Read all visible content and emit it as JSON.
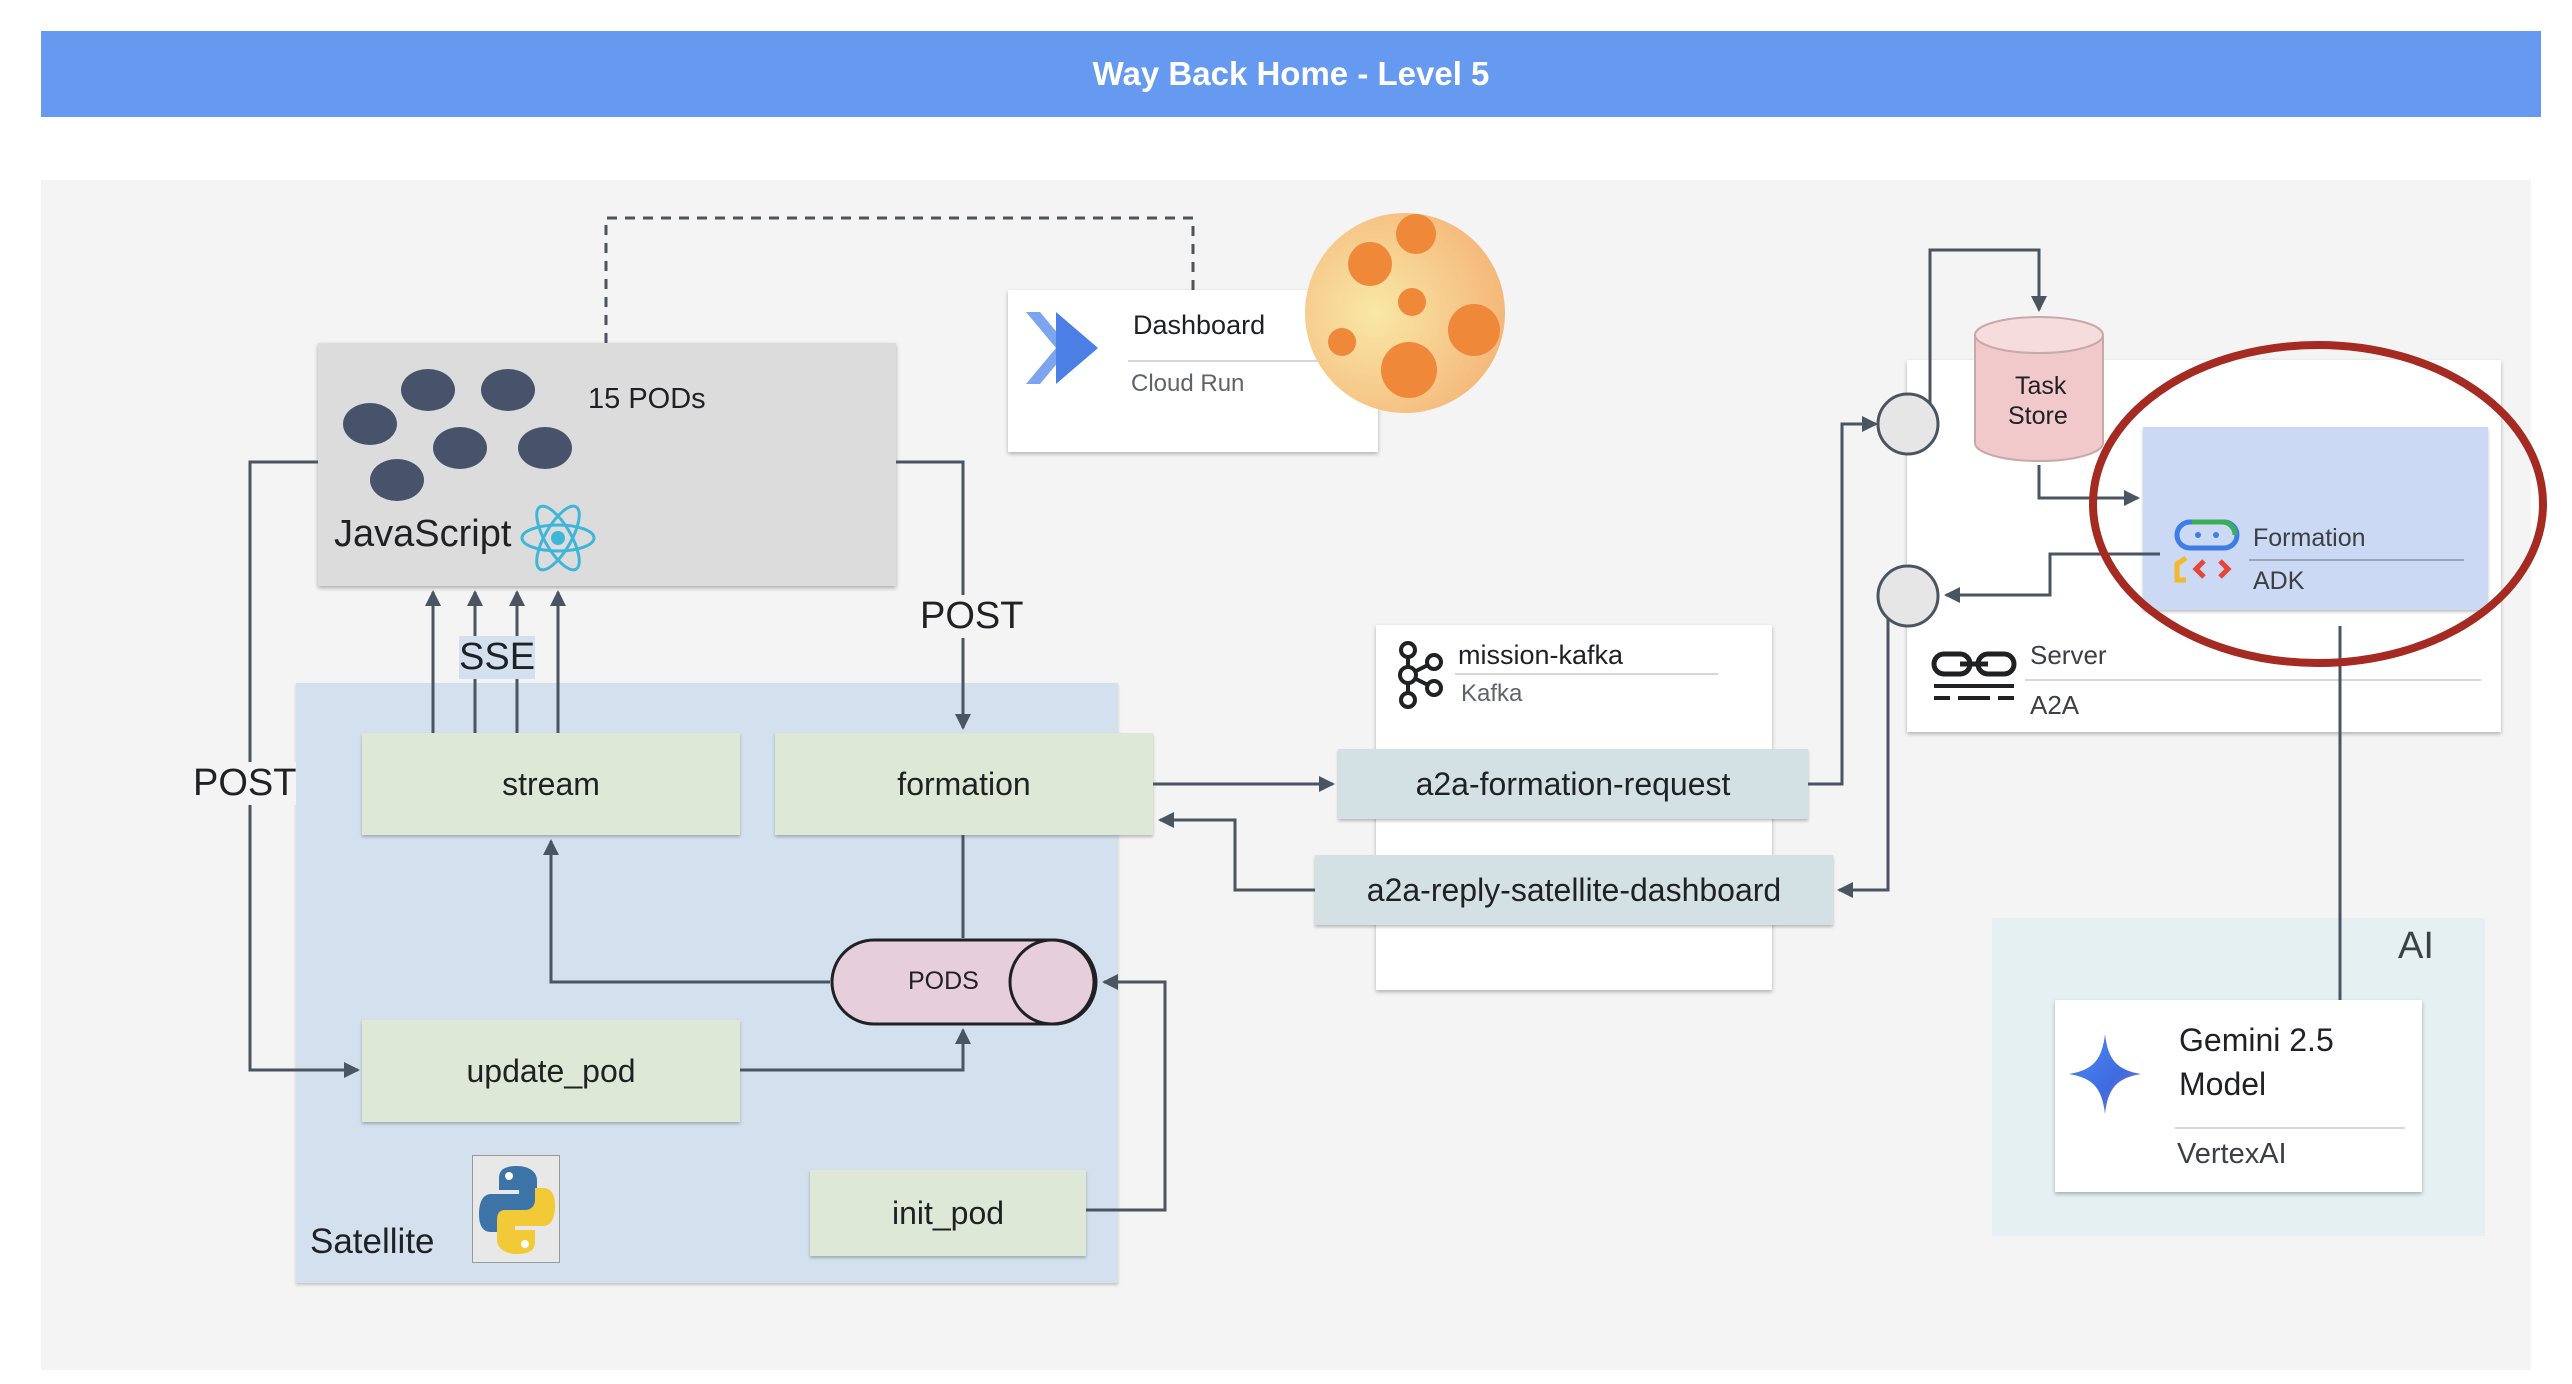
{
  "title": "Way Back Home - Level 5",
  "frontend": {
    "pods_label": "15 PODs",
    "lang_label": "JavaScript"
  },
  "dashboard": {
    "name": "Dashboard",
    "platform": "Cloud Run"
  },
  "satellite": {
    "label": "Satellite",
    "stream": "stream",
    "formation": "formation",
    "pods": "PODS",
    "update_pod": "update_pod",
    "init_pod": "init_pod"
  },
  "edges": {
    "sse": "SSE",
    "post_left": "POST",
    "post_right": "POST"
  },
  "kafka": {
    "name": "mission-kafka",
    "platform": "Kafka",
    "topic_request": "a2a-formation-request",
    "topic_reply": "a2a-reply-satellite-dashboard"
  },
  "server": {
    "task_store_line1": "Task",
    "task_store_line2": "Store",
    "agent_name": "Formation",
    "agent_framework": "ADK",
    "server_label": "Server",
    "protocol": "A2A"
  },
  "ai": {
    "label": "AI",
    "model_line1": "Gemini 2.5",
    "model_line2": "Model",
    "platform": "VertexAI"
  },
  "colors": {
    "title_bar": "#6699f0",
    "satellite_bg": "#d3e1ef",
    "component_green": "#dde9d6",
    "kafka_topic": "#d3e1e4",
    "highlight_circle": "#a52a22",
    "connector": "#4a5562"
  }
}
